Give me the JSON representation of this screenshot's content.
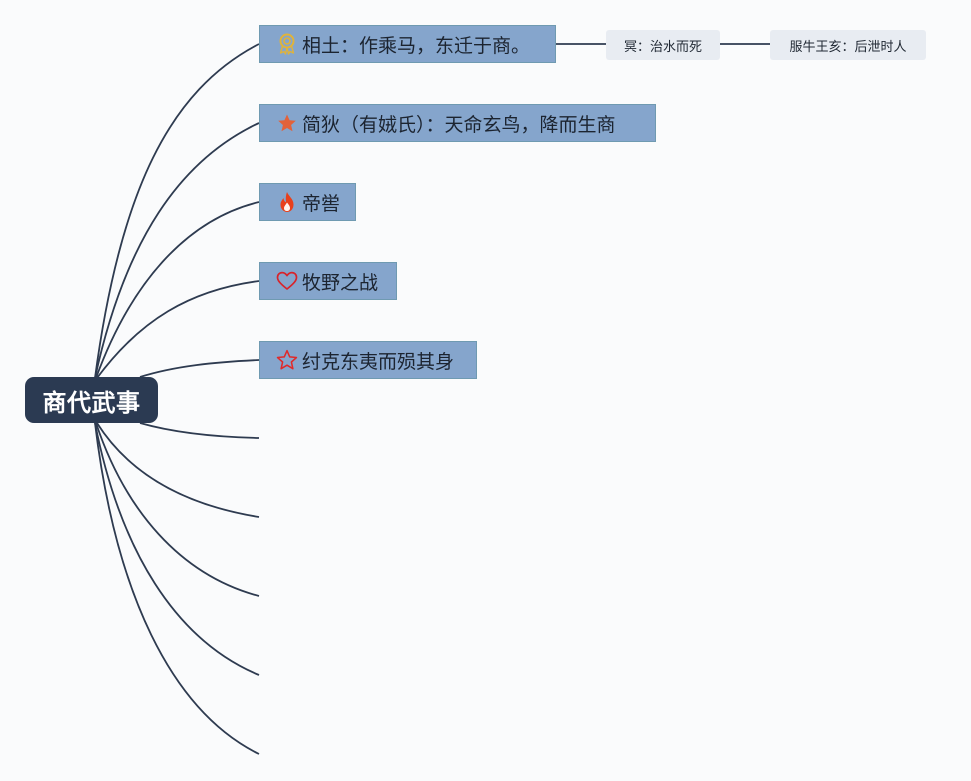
{
  "root": {
    "label": "商代武事"
  },
  "topics": [
    {
      "label": "相土：作乘马，东迁于商。",
      "icon": "medal-icon"
    },
    {
      "label": "简狄（有娀氏）：天命玄鸟，降而生商",
      "icon": "star-filled-icon"
    },
    {
      "label": "帝喾",
      "icon": "fire-icon"
    },
    {
      "label": "牧野之战",
      "icon": "heart-outline-icon"
    },
    {
      "label": "纣克东夷而殒其身",
      "icon": "star-outline-icon"
    }
  ],
  "subtopics": [
    {
      "label": "冥：治水而死"
    },
    {
      "label": "服牛王亥：后泄时人"
    }
  ],
  "colors": {
    "root_bg": "#2b3a52",
    "topic_bg": "#85a5cc",
    "topic_border": "#6f9ab1",
    "subtopic_bg": "#e8ecf2",
    "connector": "#2e3b50",
    "medal": "#e0b33a",
    "star_filled": "#e2623a",
    "fire": "#e8401c",
    "heart": "#d8232a",
    "star_outline": "#e02a2a"
  }
}
